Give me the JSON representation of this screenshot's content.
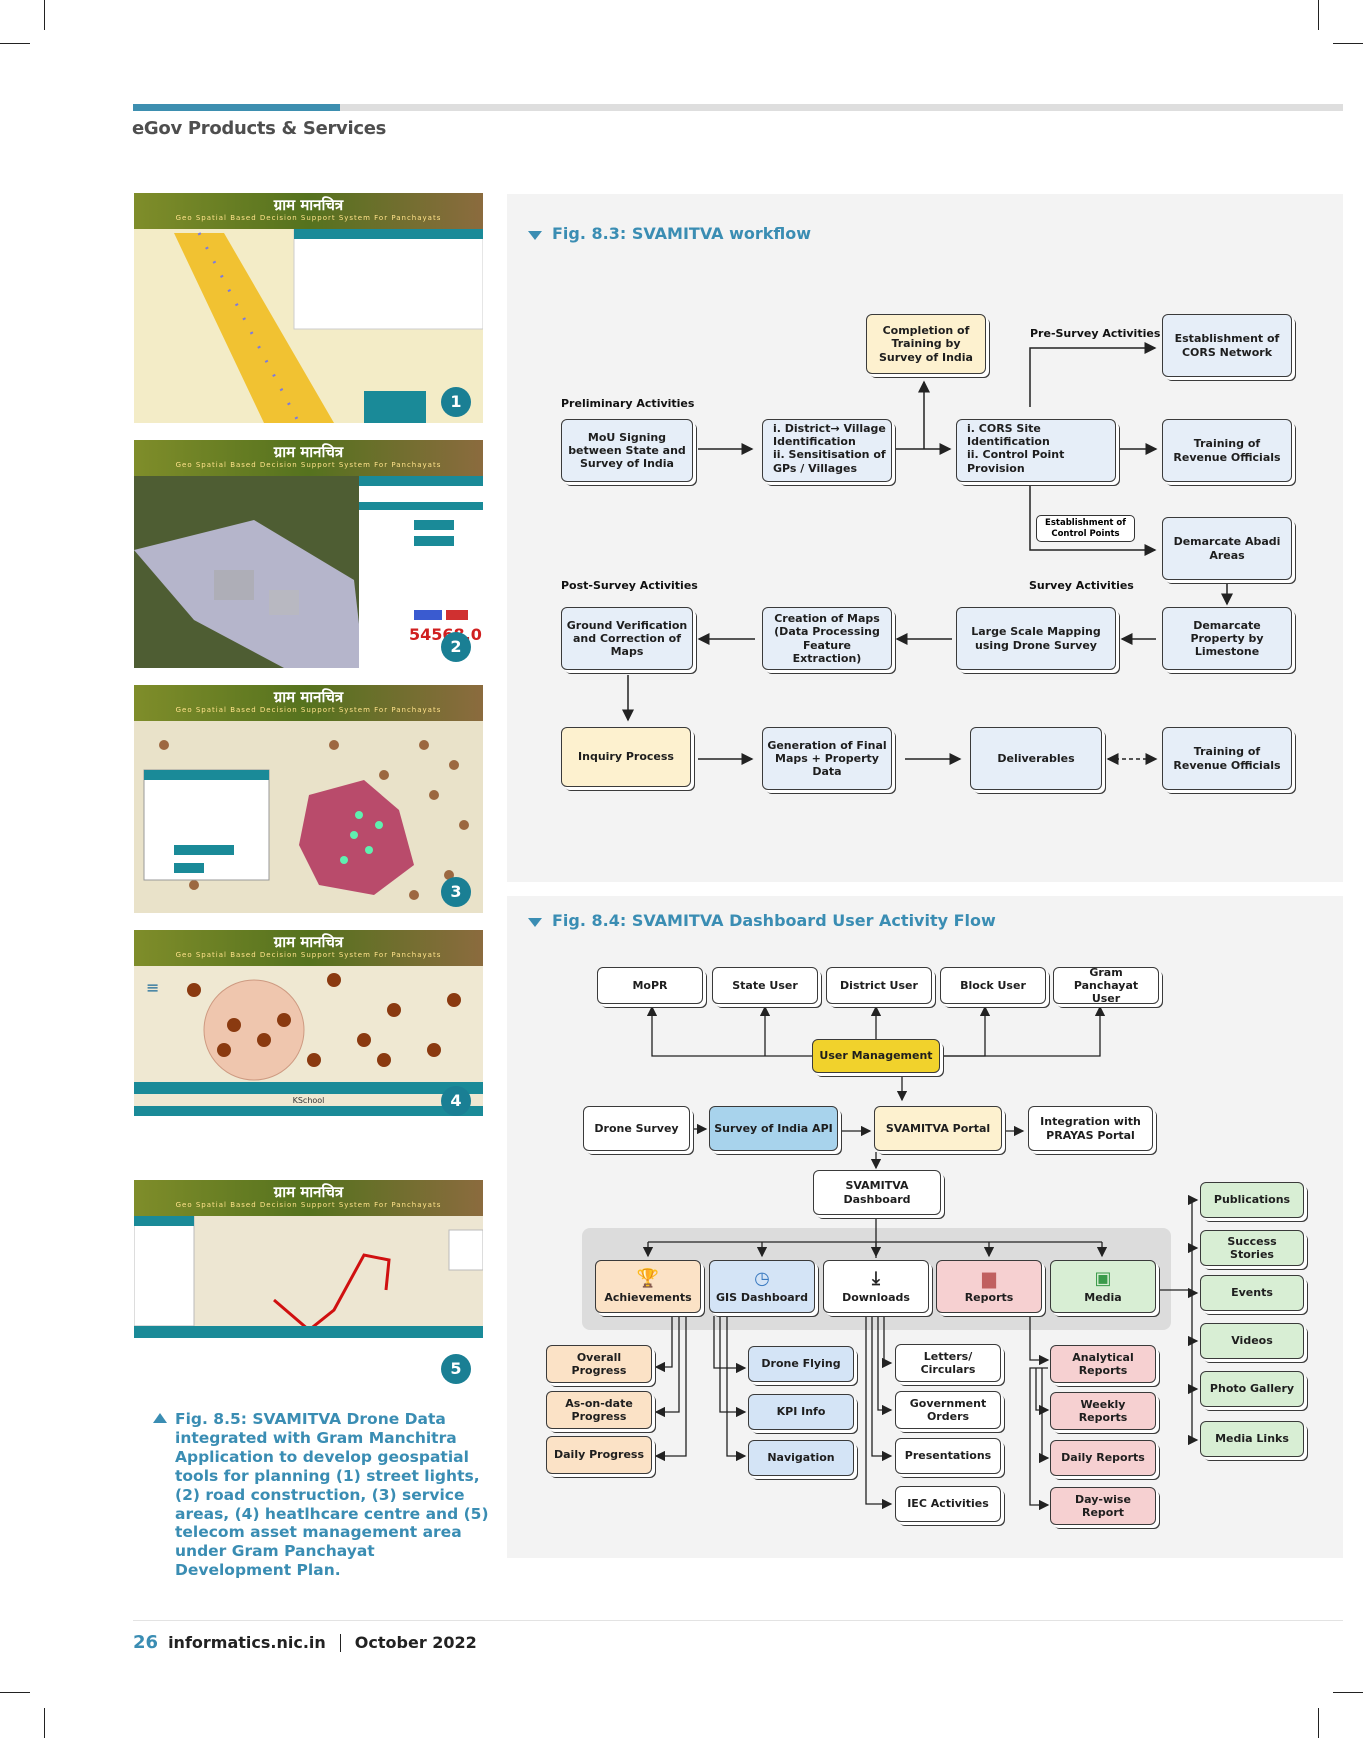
{
  "header": {
    "section_title": "eGov Products & Services"
  },
  "thumbnails": {
    "title_hindi": "ग्राम मानचित्र",
    "subtitle": "Geo Spatial Based Decision Support System For Panchayats",
    "items": [
      {
        "number": "1"
      },
      {
        "number": "2",
        "overlay_value": "54568.0"
      },
      {
        "number": "3"
      },
      {
        "number": "4",
        "table_title": "KSchool"
      },
      {
        "number": "5"
      }
    ]
  },
  "caption_left": "Fig. 8.5: SVAMITVA Drone Data integrated with Gram Manchitra Application to develop geospatial tools for planning (1) street lights, (2) road construction, (3) service areas, (4) heatlhcare centre and (5) telecom asset management area under Gram Panchayat Development Plan.",
  "fig83": {
    "caption": "Fig. 8.3: SVAMITVA workflow",
    "labels": {
      "preliminary": "Preliminary Activities",
      "pre_survey": "Pre-Survey Activities",
      "post_survey": "Post-Survey Activities",
      "survey": "Survey Activities"
    },
    "boxes": {
      "completion_training": "Completion of Training by Survey of India",
      "cors_network": "Establishment of CORS Network",
      "mou": "MoU Signing between State and Survey of India",
      "district_village_1": "i.  District→ Village Identification",
      "district_village_2": "ii. Sensitisation of GPs / Villages",
      "cors_site_1": "i.  CORS Site Identification",
      "cors_site_2": "ii. Control Point Provision",
      "training_revenue_1": "Training of Revenue Officials",
      "control_points": "Establishment of Control Points",
      "demarcate_abadi": "Demarcate Abadi Areas",
      "ground_verification": "Ground Verification and Correction of Maps",
      "creation_maps": "Creation of Maps (Data Processing Feature Extraction)",
      "large_scale": "Large Scale Mapping using Drone Survey",
      "demarcate_property": "Demarcate Property by Limestone",
      "inquiry": "Inquiry Process",
      "generation_final": "Generation of Final Maps + Property Data",
      "deliverables": "Deliverables",
      "training_revenue_2": "Training of Revenue Officials"
    }
  },
  "fig84": {
    "caption": "Fig. 8.4: SVAMITVA Dashboard User Activity Flow",
    "users": [
      "MoPR",
      "State User",
      "District User",
      "Block User",
      "Gram Panchayat User"
    ],
    "user_management": "User Management",
    "drone_survey": "Drone Survey",
    "survey_api": "Survey of India API",
    "portal": "SVAMITVA Portal",
    "prayas": "Integration with PRAYAS Portal",
    "dashboard": "SVAMITVA Dashboard",
    "categories": [
      {
        "label": "Achievements",
        "icon": "trophy-icon"
      },
      {
        "label": "GIS Dashboard",
        "icon": "dashboard-gauge-icon"
      },
      {
        "label": "Downloads",
        "icon": "download-icon"
      },
      {
        "label": "Reports",
        "icon": "bar-chart-icon"
      },
      {
        "label": "Media",
        "icon": "image-icon"
      }
    ],
    "achievements_items": [
      "Overall Progress",
      "As-on-date Progress",
      "Daily Progress"
    ],
    "gis_items": [
      "Drone Flying",
      "KPI Info",
      "Navigation"
    ],
    "downloads_items": [
      "Letters/ Circulars",
      "Government Orders",
      "Presentations",
      "IEC Activities"
    ],
    "reports_items": [
      "Analytical Reports",
      "Weekly Reports",
      "Daily Reports",
      "Day-wise Report"
    ],
    "media_items": [
      "Publications",
      "Success Stories",
      "Events",
      "Videos",
      "Photo Gallery",
      "Media Links"
    ]
  },
  "footer": {
    "page": "26",
    "site": "informatics.nic.in",
    "date": "October 2022"
  }
}
